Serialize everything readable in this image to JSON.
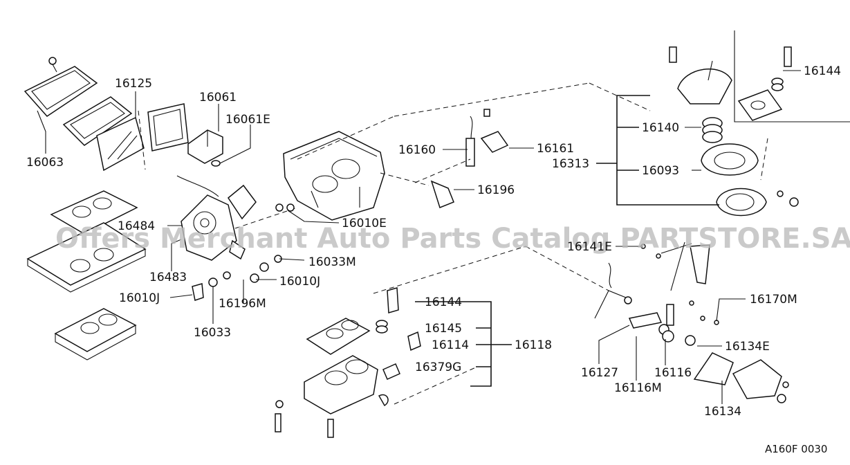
{
  "diagram": {
    "watermark": "Offers Merchant Auto Parts Catalog PARTSTORE.SA",
    "code": "A160F 0030",
    "labels": {
      "p16125": "16125",
      "p16061": "16061",
      "p16061E": "16061E",
      "p16063": "16063",
      "p16160": "16160",
      "p16161": "16161",
      "p16196": "16196",
      "p16140": "16140",
      "p16144_top": "16144",
      "p16313": "16313",
      "p16093": "16093",
      "p16484": "16484",
      "p16010E": "16010E",
      "p16483": "16483",
      "p16033M": "16033M",
      "p16010J_a": "16010J",
      "p16010J_b": "16010J",
      "p16196M": "16196M",
      "p16033": "16033",
      "p16141E": "16141E",
      "p16170M": "16170M",
      "p16144": "16144",
      "p16145": "16145",
      "p16114": "16114",
      "p16118": "16118",
      "p16379G": "16379G",
      "p16134E": "16134E",
      "p16127": "16127",
      "p16116": "16116",
      "p16116M": "16116M",
      "p16134": "16134"
    }
  }
}
